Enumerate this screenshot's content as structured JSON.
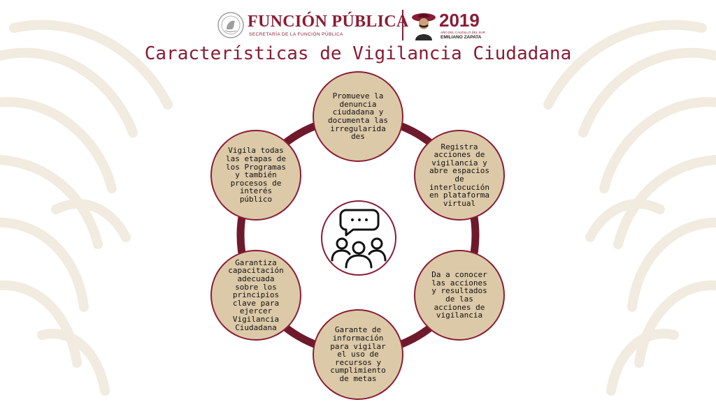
{
  "header": {
    "brand_title": "FUNCIÓN PÚBLICA",
    "brand_subtitle": "SECRETARÍA DE LA FUNCIÓN PÚBLICA",
    "year": "2019",
    "year_subtitle": "AÑO DEL CAUDILLO DEL SUR",
    "year_name": "EMILIANO ZAPATA"
  },
  "title": "Características de Vigilancia Ciudadana",
  "diagram": {
    "center_icon": "people-chat-icon",
    "nodes": [
      {
        "text": "Promueve la denuncia ciudadana y documenta las irregularida des"
      },
      {
        "text": "Registra acciones de vigilancia y abre espacios de interlocución en plataforma virtual"
      },
      {
        "text": "Da a conocer las acciones y resultados de las acciones de vigilancia"
      },
      {
        "text": "Garante de información para vigilar el uso de recursos y cumplimiento de metas"
      },
      {
        "text": "Garantiza capacitación adecuada sobre los principios clave para ejercer Vigilancia Ciudadana"
      },
      {
        "text": "Vigila todas las etapas de los Programas y también procesos de interés público"
      }
    ]
  },
  "colors": {
    "accent": "#8a1c34",
    "node_fill": "#dcc9a8",
    "ring": "#6e1a2c",
    "background_pattern": "#f1ebe0"
  }
}
